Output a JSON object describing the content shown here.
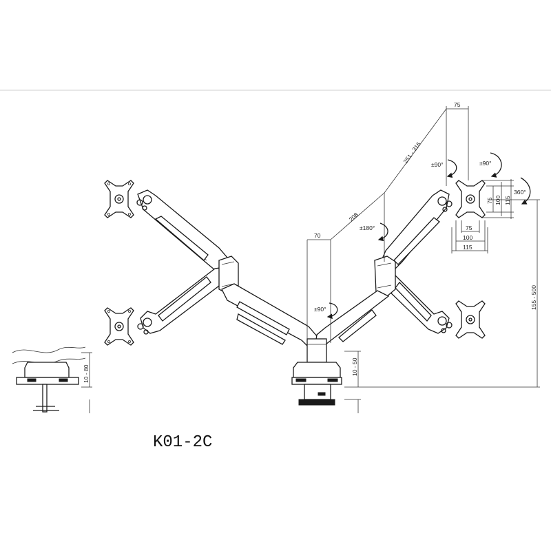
{
  "model": "K01-2C",
  "dimensions": {
    "d_75_top": "75",
    "d_251_316": "251 - 316",
    "d_208": "208",
    "d_70": "70",
    "rot_90_a": "±90°",
    "rot_90_b": "±90°",
    "rot_90_c": "±90°",
    "rot_180": "±180°",
    "rot_360": "360°",
    "vesa_75_v": "75",
    "vesa_100_v": "100",
    "vesa_115_v": "115",
    "vesa_75_h": "75",
    "vesa_100_h": "100",
    "vesa_115_h": "115",
    "height_155_500": "155 - 500",
    "clamp_10_50": "10 - 50",
    "grommet_10_80": "10 - 80"
  }
}
